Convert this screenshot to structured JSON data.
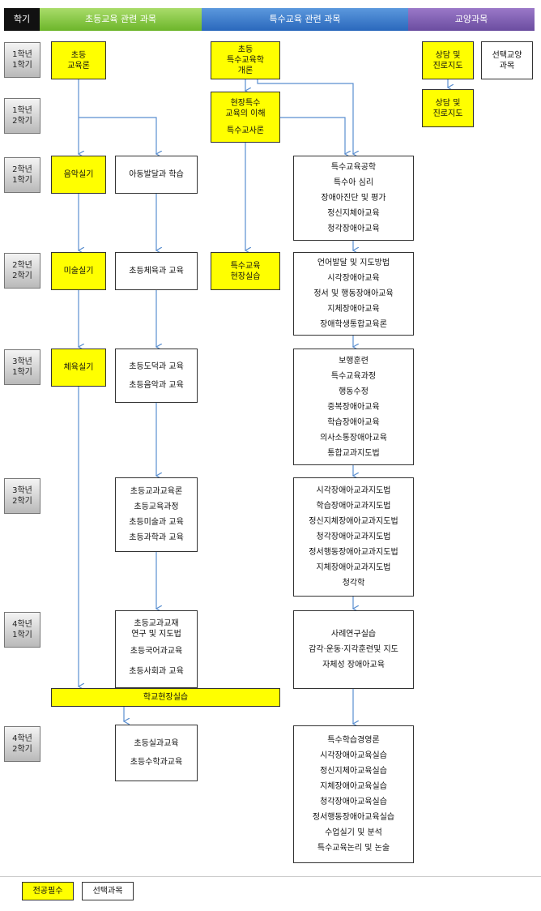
{
  "header": {
    "term": "학기",
    "elementary": "초등교육 관련 과목",
    "special": "특수교육 관련 과목",
    "general": "교양과목"
  },
  "semesters": [
    {
      "year": "1학년",
      "term": "1학기"
    },
    {
      "year": "1학년",
      "term": "2학기"
    },
    {
      "year": "2학년",
      "term": "1학기"
    },
    {
      "year": "2학년",
      "term": "2학기"
    },
    {
      "year": "3학년",
      "term": "1학기"
    },
    {
      "year": "3학년",
      "term": "2학기"
    },
    {
      "year": "4학년",
      "term": "1학기"
    },
    {
      "year": "4학년",
      "term": "2학기"
    }
  ],
  "courses": {
    "elem_intro": [
      "초등\n교육론"
    ],
    "music": [
      "음악실기"
    ],
    "art": [
      "미술실기"
    ],
    "pe": [
      "체육실기"
    ],
    "child_dev": [
      "아동발달과 학습"
    ],
    "elem_pe": [
      "초등체육과 교육"
    ],
    "elem_moral_music": [
      "초등도덕과 교육",
      "초등음악과 교육"
    ],
    "elem_curriculum": [
      "초등교과교육론",
      "초등교육과정",
      "초등미술과 교육",
      "초등과학과 교육"
    ],
    "elem_materials": [
      "초등교과교재\n연구 및 지도법",
      "초등국어과교육",
      "초등사회과 교육"
    ],
    "school_practice": [
      "학교현장실습"
    ],
    "elem_final": [
      "초등실과교육",
      "초등수학과교육"
    ],
    "special_intro": [
      "초등\n특수교육학\n개론"
    ],
    "special_field": [
      "현장특수\n교육의 이해",
      "특수교사론"
    ],
    "special_practice": [
      "특수교육\n현장실습"
    ],
    "special_y2t1": [
      "특수교육공학",
      "특수아 심리",
      "장애아진단 및 평가",
      "정신지체아교육",
      "청각장애아교육"
    ],
    "special_y2t2": [
      "언어발달 및 지도방법",
      "시각장애아교육",
      "정서 및 행동장애아교육",
      "지체장애아교육",
      "장애학생통합교육론"
    ],
    "special_y3t1": [
      "보행훈련",
      "특수교육과정",
      "행동수정",
      "중복장애아교육",
      "학습장애아교육",
      "의사소통장애아교육",
      "통합교과지도법"
    ],
    "special_y3t2": [
      "시각장애아교과지도법",
      "학습장애아교과지도법",
      "정신지체장애아교과지도법",
      "청각장애아교과지도법",
      "정서행동장애아교과지도법",
      "지체장애아교과지도법",
      "청각학"
    ],
    "special_y4t1": [
      "사례연구실습",
      "감각·운동·지각훈련및 지도",
      "자체성 장애아교육"
    ],
    "special_y4t2": [
      "특수학습경영론",
      "시각장애아교육실습",
      "정신지체아교육실습",
      "지체장애아교육실습",
      "청각장애아교육실습",
      "정서행동장애아교육실습",
      "수업실기 및 분석",
      "특수교육논리 및 논술"
    ],
    "counsel1": [
      "상담 및\n진로지도"
    ],
    "counsel2": [
      "상담 및\n진로지도"
    ],
    "elective_general": [
      "선택교양\n과목"
    ]
  },
  "legend": {
    "required": "전공필수",
    "elective": "선택과목"
  },
  "colors": {
    "required_fill": "#ffff00",
    "arrow": "#5b8fd0"
  }
}
